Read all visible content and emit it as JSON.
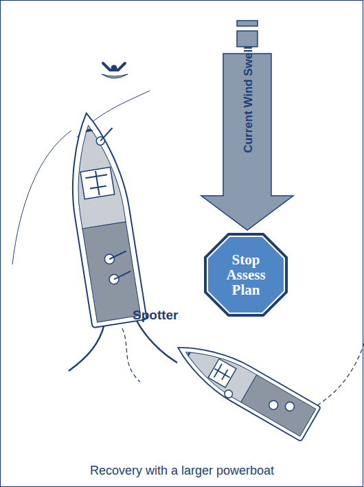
{
  "diagram": {
    "caption": "Recovery with a larger powerboat",
    "nodes": [
      {
        "text": [
          "Current Wind Swell"
        ]
      },
      {
        "text": [
          "Stop Assess Plan"
        ]
      }
    ],
    "labels": [
      "Spotter"
    ]
  }
}
